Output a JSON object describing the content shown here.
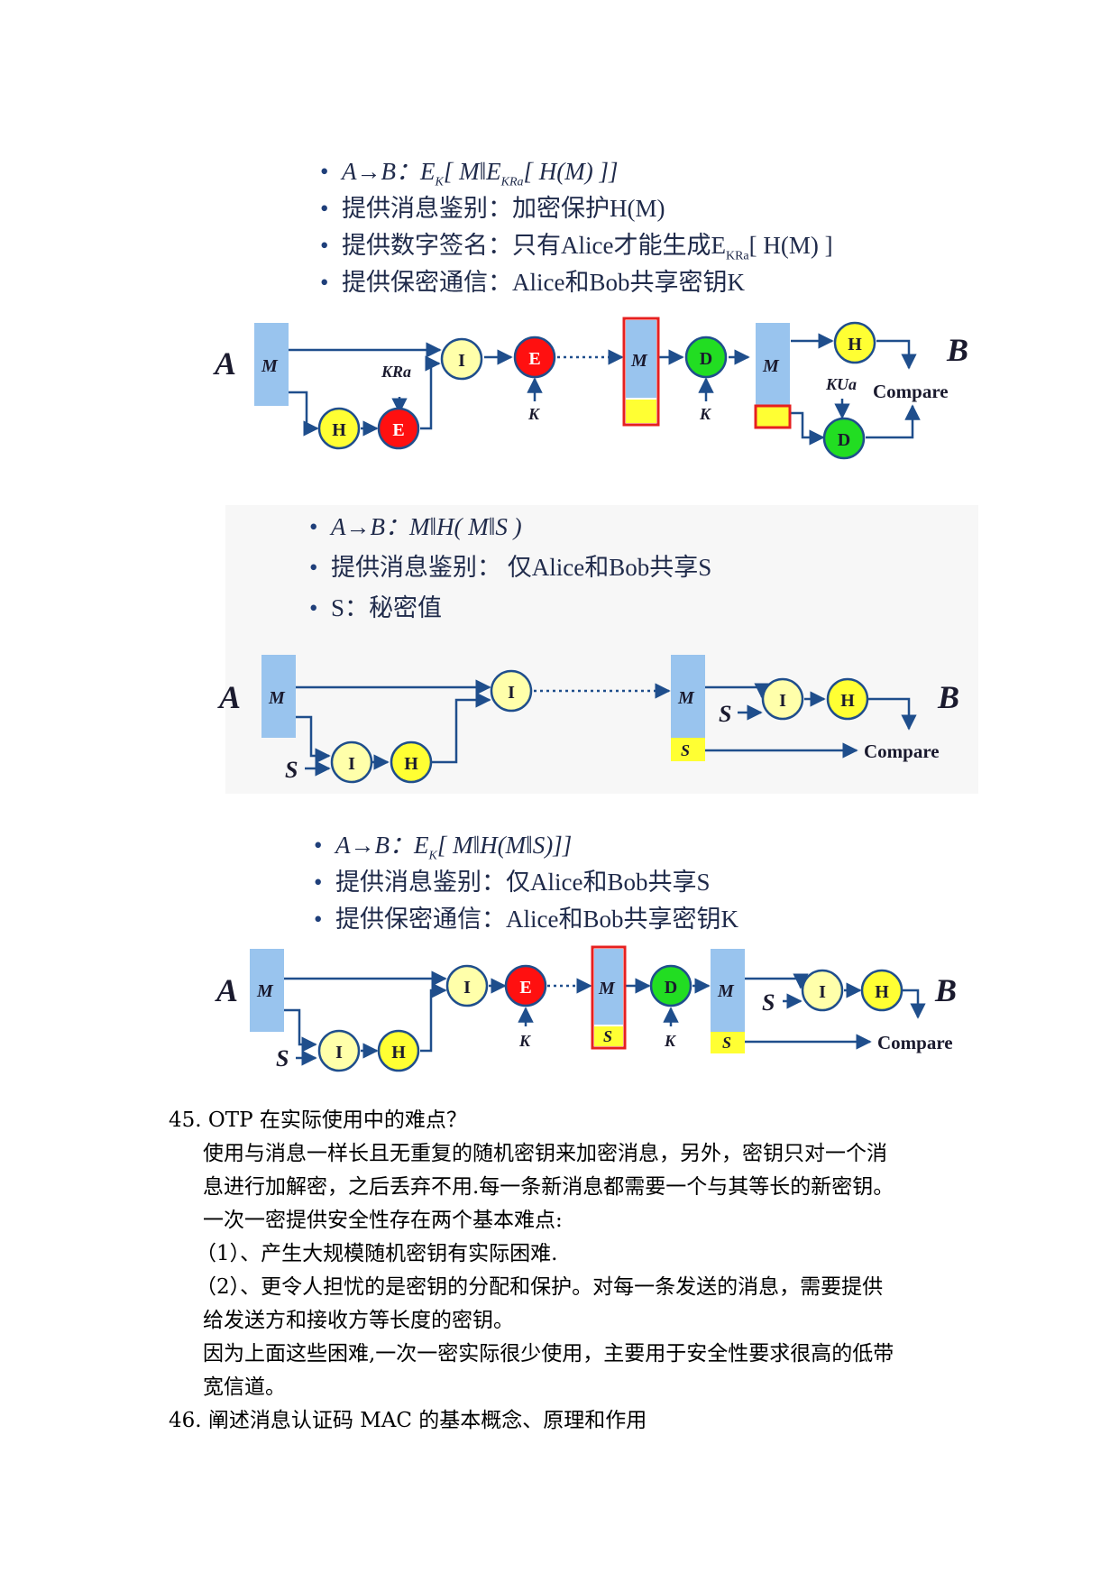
{
  "section1": {
    "bullets": [
      {
        "pre": "A→B：E",
        "sub": "K",
        "post": "[ M‖E",
        "sub2": "KRa",
        "post2": "[ H(M) ]]"
      },
      {
        "pre": "提供消息鉴别：加密保护H(M)"
      },
      {
        "pre": "提供数字签名：只有Alice才能生成E",
        "sub": "KRa",
        "post": "[ H(M) ]"
      },
      {
        "pre": "提供保密通信：Alice和Bob共享密钥K"
      }
    ],
    "diagram": {
      "left_party": "A",
      "right_party": "B",
      "message": "M",
      "hash": "H",
      "encrypt": "E",
      "concat": "I",
      "decrypt": "D",
      "key_ra": "KRa",
      "key_k": "K",
      "key_ua": "KUa",
      "compare": "Compare"
    }
  },
  "section2": {
    "bullets": [
      {
        "pre": "A→B：M‖H( M‖S )"
      },
      {
        "pre": "提供消息鉴别： 仅Alice和Bob共享S"
      },
      {
        "pre": "S：秘密值"
      }
    ],
    "diagram": {
      "left_party": "A",
      "right_party": "B",
      "message": "M",
      "hash": "H",
      "concat": "I",
      "secret": "S",
      "compare": "Compare"
    }
  },
  "section3": {
    "bullets": [
      {
        "pre": "A→B：E",
        "sub": "K",
        "post": "[ M‖H(M‖S)]]"
      },
      {
        "pre": "提供消息鉴别：仅Alice和Bob共享S"
      },
      {
        "pre": "提供保密通信：Alice和Bob共享密钥K"
      }
    ],
    "diagram": {
      "left_party": "A",
      "right_party": "B",
      "message": "M",
      "hash": "H",
      "encrypt": "E",
      "concat": "I",
      "decrypt": "D",
      "secret": "S",
      "key_k": "K",
      "compare": "Compare"
    }
  },
  "qa": {
    "q45": "45. OTP 在实际使用中的难点？",
    "a45": [
      "使用与消息一样长且无重复的随机密钥来加密消息，另外，密钥只对一个消",
      "息进行加解密，之后丢弃不用.每一条新消息都需要一个与其等长的新密钥。",
      "一次一密提供安全性存在两个基本难点:",
      "（1）、产生大规模随机密钥有实际困难.",
      "（2）、更令人担忧的是密钥的分配和保护。对每一条发送的消息，需要提供",
      "给发送方和接收方等长度的密钥。",
      "因为上面这些困难,一次一密实际很少使用，主要用于安全性要求很高的低带",
      "宽信道。"
    ],
    "q46": "46. 阐述消息认证码 MAC 的基本概念、原理和作用",
    "colors": {
      "hash": "#ffff33",
      "encrypt": "#ff1010",
      "decrypt": "#22dd22",
      "concat": "#ffffaa",
      "box": "#99c4ee",
      "arrow": "#1f4e8c"
    }
  }
}
